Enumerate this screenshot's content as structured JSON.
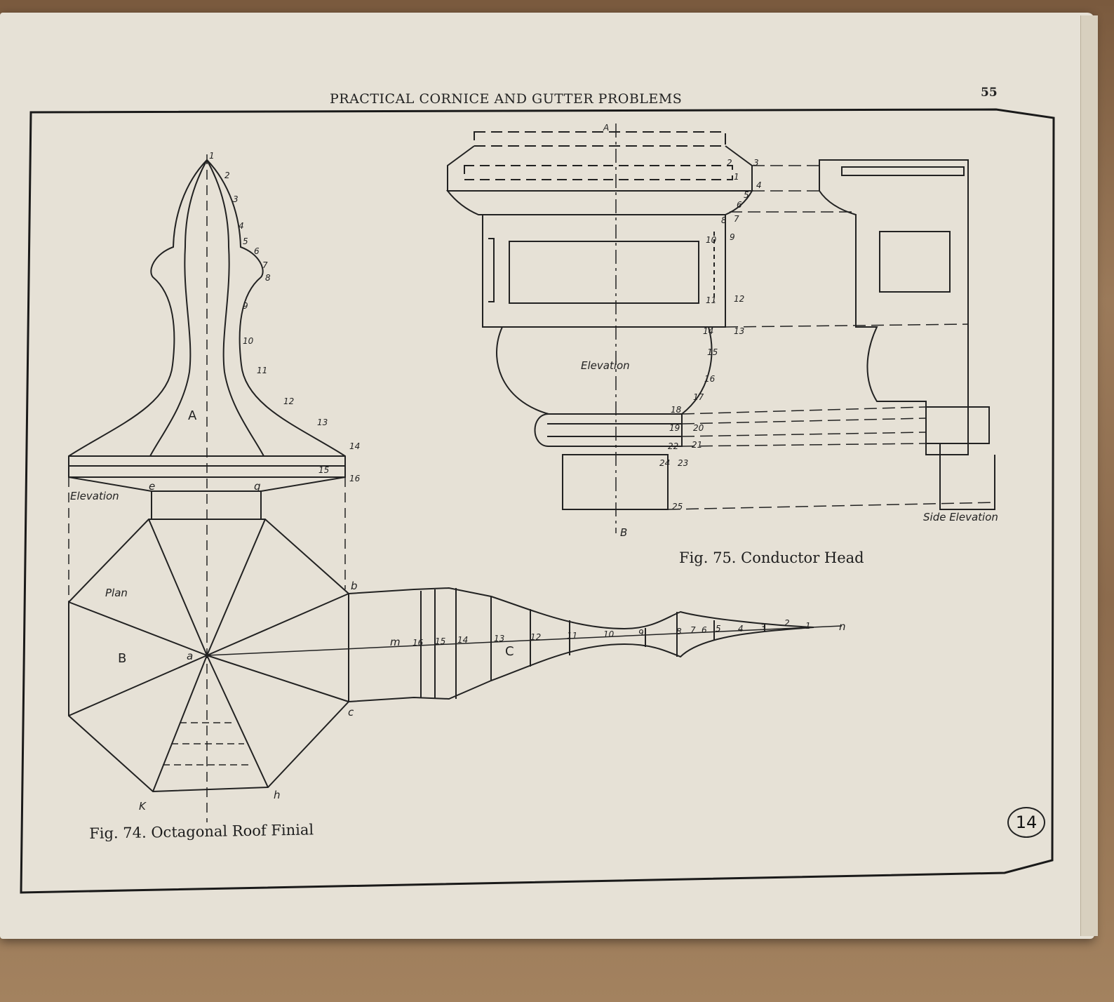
{
  "header": {
    "running_title": "PRACTICAL CORNICE AND GUTTER PROBLEMS",
    "page_number": "55"
  },
  "fig74": {
    "caption": "Fig. 74. Octagonal Roof Finial",
    "labels": {
      "elevation": "Elevation",
      "plan": "Plan",
      "A": "A",
      "B": "B",
      "C": "C",
      "a": "a",
      "b": "b",
      "c": "c",
      "e": "e",
      "g": "g",
      "h": "h",
      "k": "K",
      "m": "m",
      "n": "n"
    },
    "profile_numbers": [
      "1",
      "2",
      "3",
      "4",
      "5",
      "6",
      "7",
      "8",
      "9",
      "10",
      "11",
      "12",
      "13",
      "14",
      "15",
      "16"
    ],
    "stretchout_numbers": [
      "16",
      "15",
      "14",
      "13",
      "12",
      "11",
      "10",
      "9",
      "8",
      "7",
      "6",
      "5",
      "4",
      "3",
      "2",
      "1"
    ]
  },
  "fig75": {
    "caption": "Fig. 75. Conductor Head",
    "labels": {
      "elevation": "Elevation",
      "side_elevation": "Side Elevation",
      "A": "A",
      "B": "B"
    },
    "profile_numbers": [
      "1",
      "2",
      "3",
      "4",
      "5",
      "6",
      "7",
      "8",
      "9",
      "10",
      "11",
      "12",
      "13",
      "14",
      "15",
      "16",
      "17",
      "18",
      "19",
      "20",
      "21",
      "22",
      "23",
      "24",
      "25"
    ]
  },
  "plate_number": "14"
}
